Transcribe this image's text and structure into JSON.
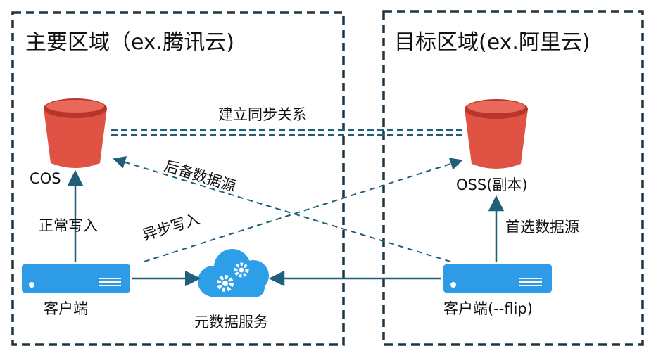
{
  "regions": {
    "primary": {
      "title": "主要区域（ex.腾讯云)"
    },
    "target": {
      "title": "目标区域(ex.阿里云)"
    }
  },
  "buckets": {
    "cos": {
      "label": "COS"
    },
    "oss": {
      "label": "OSS(副本)"
    }
  },
  "clients": {
    "primary": {
      "label": "客户端"
    },
    "target": {
      "label": "客户端(--flip)"
    }
  },
  "metadata_service": {
    "label": "元数据服务"
  },
  "edges": {
    "sync": "建立同步关系",
    "backup": "后备数据源",
    "normal_write": "正常写入",
    "async_write": "异步写入",
    "preferred": "首选数据源"
  },
  "colors": {
    "region_border": "#1f3340",
    "bucket_red": "#e05243",
    "bucket_dark": "#b83629",
    "server_blue": "#2d9be6",
    "arrow": "#1f5f7a",
    "cloud": "#2c9fe8"
  }
}
